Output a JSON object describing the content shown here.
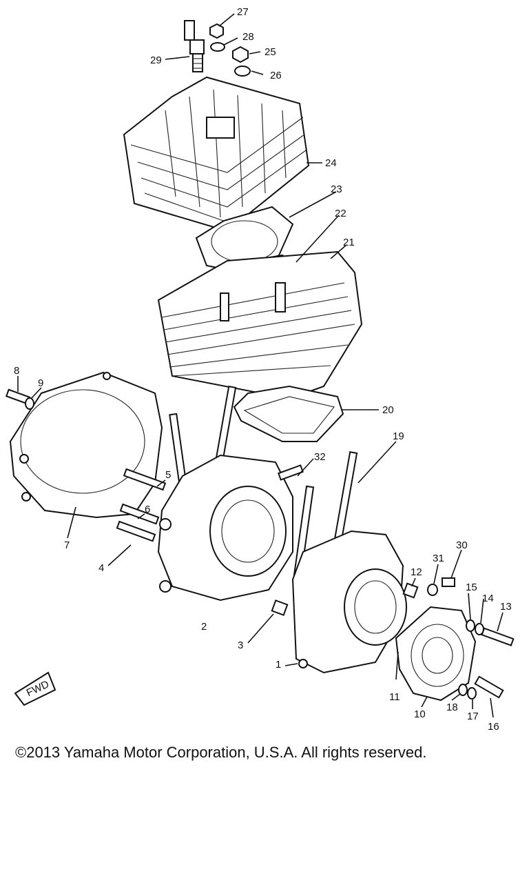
{
  "diagram": {
    "callouts": [
      "1",
      "2",
      "3",
      "4",
      "5",
      "6",
      "7",
      "8",
      "9",
      "10",
      "11",
      "12",
      "13",
      "14",
      "15",
      "16",
      "17",
      "18",
      "19",
      "20",
      "21",
      "22",
      "23",
      "24",
      "25",
      "26",
      "27",
      "28",
      "29",
      "30",
      "31",
      "32"
    ],
    "fwd_label": "FWD"
  },
  "footer": {
    "copyright": "©2013 Yamaha Motor Corporation, U.S.A. All rights reserved."
  }
}
